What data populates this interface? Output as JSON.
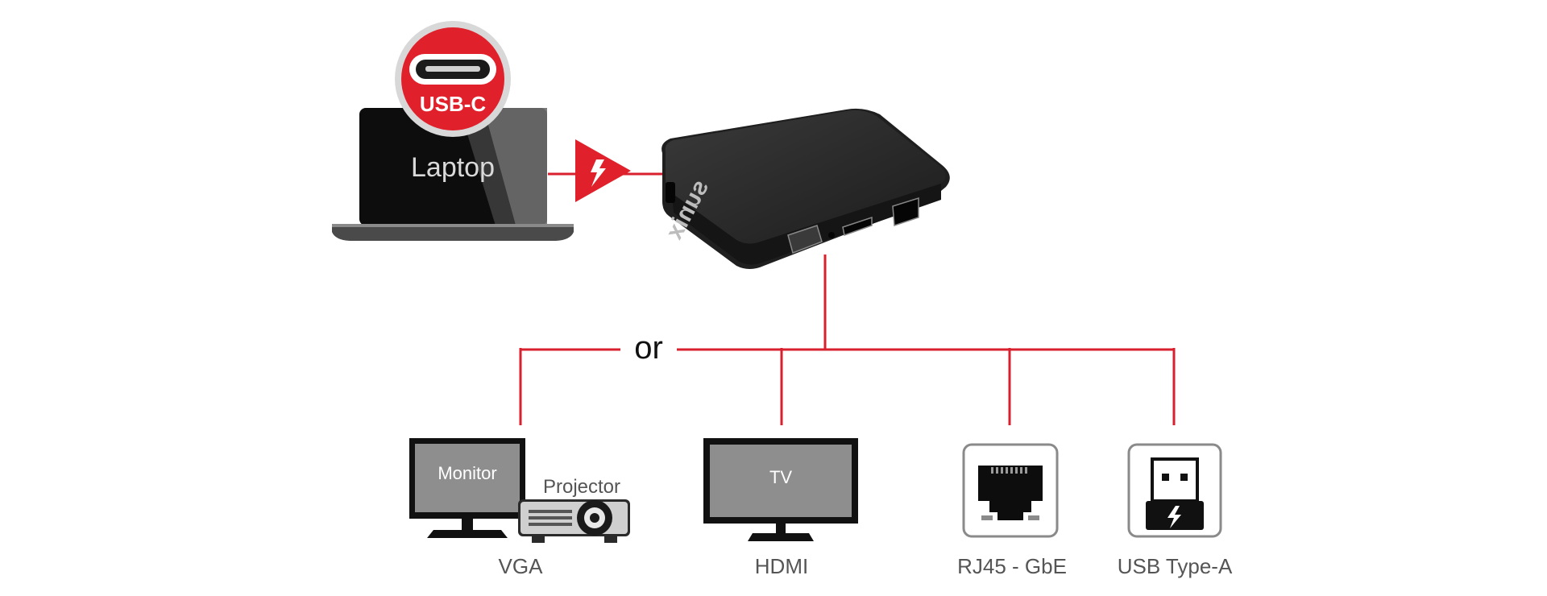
{
  "diagram": {
    "source": {
      "laptop_label": "Laptop",
      "port_badge": "USB-C"
    },
    "hub": {
      "brand": "sunix"
    },
    "connector_text": "or",
    "outputs": [
      {
        "label": "VGA",
        "devices": [
          "Monitor",
          "Projector"
        ]
      },
      {
        "label": "HDMI",
        "devices": [
          "TV"
        ]
      },
      {
        "label": "RJ45 - GbE",
        "devices": []
      },
      {
        "label": "USB Type-A",
        "devices": []
      }
    ]
  },
  "colors": {
    "accent_red": "#E0202B",
    "line_red": "#D9202F",
    "device_black": "#111111",
    "screen_gray": "#8E8E8E",
    "label_gray": "#555555"
  }
}
